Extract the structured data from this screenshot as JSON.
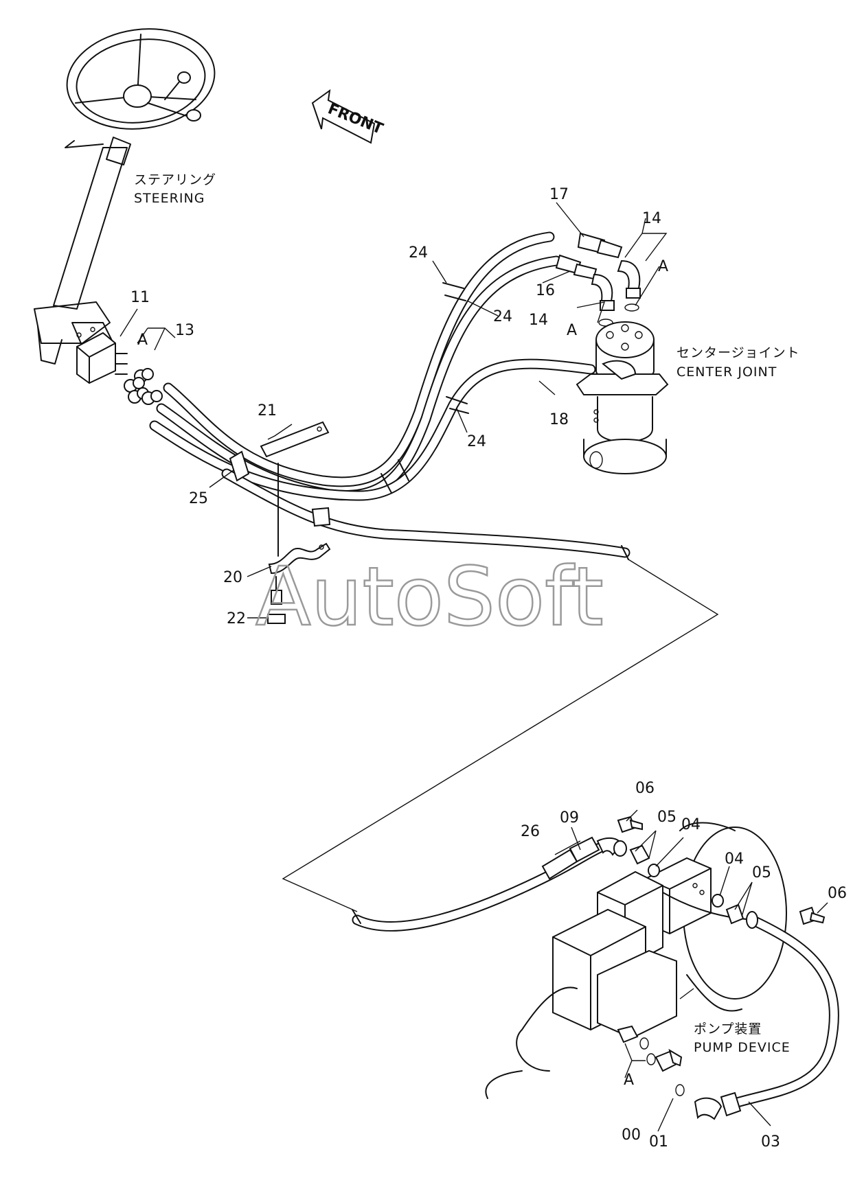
{
  "directions": {
    "front": "FRONT"
  },
  "assemblies": {
    "steering_jp": "ステアリング",
    "steering_en": "STEERING",
    "center_joint_jp": "センタージョイント",
    "center_joint_en": "CENTER  JOINT",
    "pump_device_jp": "ポンプ装置",
    "pump_device_en": "PUMP  DEVICE"
  },
  "parts": {
    "p11": "11",
    "p13": "13",
    "p14a": "14",
    "p14b": "14",
    "p16": "16",
    "p17": "17",
    "p18": "18",
    "p20": "20",
    "p21": "21",
    "p22": "22",
    "p24a": "24",
    "p24b": "24",
    "p24c": "24",
    "p25": "25",
    "p26": "26",
    "p09": "09",
    "p06a": "06",
    "p06b": "06",
    "p05a": "05",
    "p05b": "05",
    "p04a": "04",
    "p04b": "04",
    "p00": "00",
    "p01": "01",
    "p03": "03"
  },
  "markers": {
    "a1": "A",
    "a2": "A",
    "a3": "A",
    "a4": "A"
  },
  "watermark": "AutoSoft"
}
